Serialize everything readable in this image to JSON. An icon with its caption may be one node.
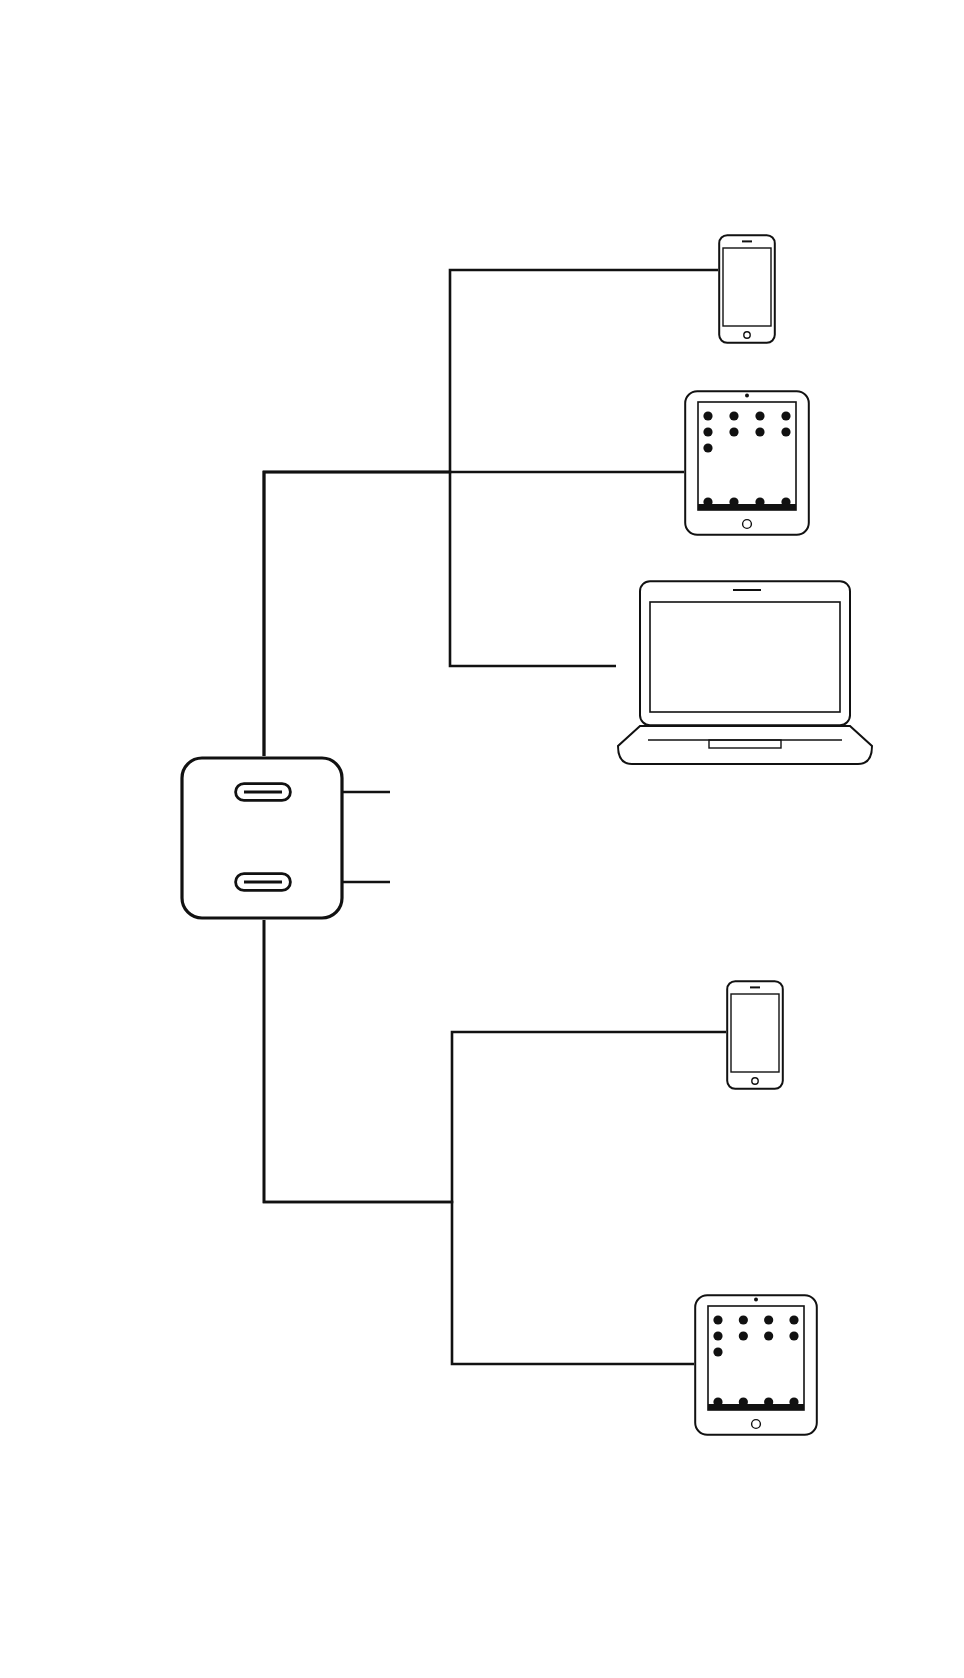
{
  "diagram": {
    "nodes": [
      {
        "text": [],
        "shape": "box"
      },
      {
        "text": [],
        "shape": "slot",
        "in": 0
      },
      {
        "text": [],
        "shape": "slot",
        "in": 0
      },
      {
        "text": [],
        "shape": "phone"
      },
      {
        "text": [],
        "shape": "tablet"
      },
      {
        "text": [],
        "shape": "laptop"
      },
      {
        "text": [],
        "shape": "phone"
      },
      {
        "text": [],
        "shape": "tablet"
      }
    ],
    "edges": [
      {
        "from": 0,
        "to": 3,
        "arrow": "none"
      },
      {
        "from": 0,
        "to": 4,
        "arrow": "none"
      },
      {
        "from": 0,
        "to": 5,
        "arrow": "none"
      },
      {
        "from": 0,
        "to": 6,
        "arrow": "none"
      },
      {
        "from": 0,
        "to": 7,
        "arrow": "none"
      },
      {
        "from": 1,
        "to": null,
        "arrow": "none"
      },
      {
        "from": 2,
        "to": null,
        "arrow": "none"
      }
    ]
  }
}
